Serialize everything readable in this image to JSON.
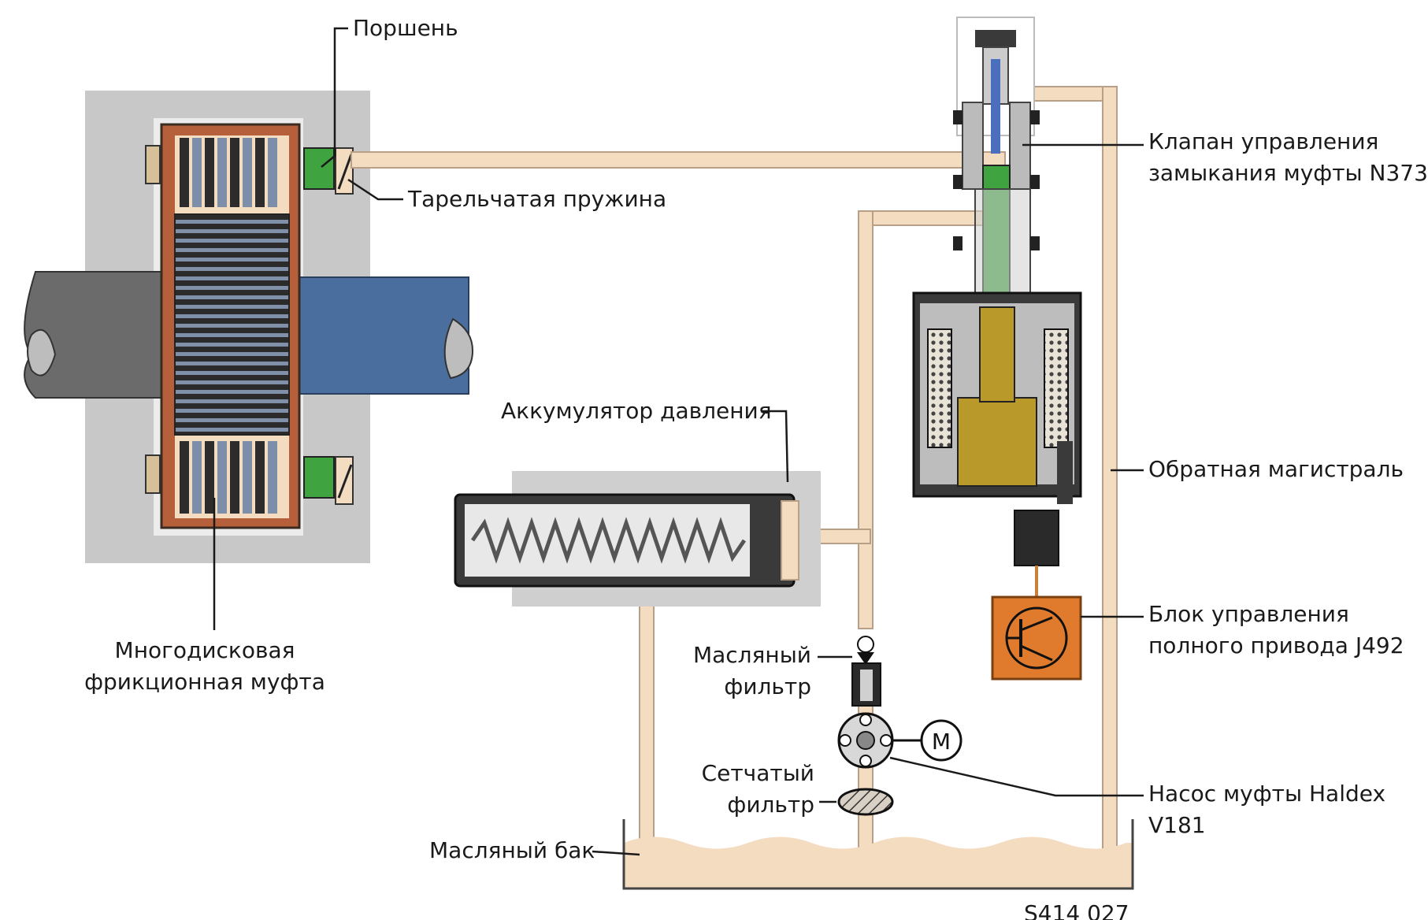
{
  "labels": {
    "piston": "Поршень",
    "disc_spring": "Тарельчатая пружина",
    "multi_disc_clutch": [
      "Многодисковая",
      "фрикционная муфта"
    ],
    "pressure_accumulator": "Аккумулятор давления",
    "oil_filter": [
      "Масляный",
      "фильтр"
    ],
    "strainer": [
      "Сетчатый",
      "фильтр"
    ],
    "oil_tank": "Масляный бак",
    "valve_n373": [
      "Клапан управления",
      "замыкания муфты N373"
    ],
    "return_line": "Обратная магистраль",
    "control_unit_j492": [
      "Блок управления",
      "полного привода J492"
    ],
    "pump_v181": [
      "Насос муфты Haldex",
      "V181"
    ]
  },
  "motor_symbol": "M",
  "figure_code": "S414 027",
  "colors": {
    "oil": "#f4dcc1",
    "oil_outline": "#b79f88",
    "housing_gray": "#c8c8c8",
    "shaft_blue": "#4a6f9e",
    "shaft_gray": "#6b6b6b",
    "clutch_copper": "#b5603b",
    "piston_green": "#3fa33f",
    "solenoid_gold": "#b9992a",
    "control_orange": "#e07b2e",
    "text": "#1a1a1a"
  }
}
